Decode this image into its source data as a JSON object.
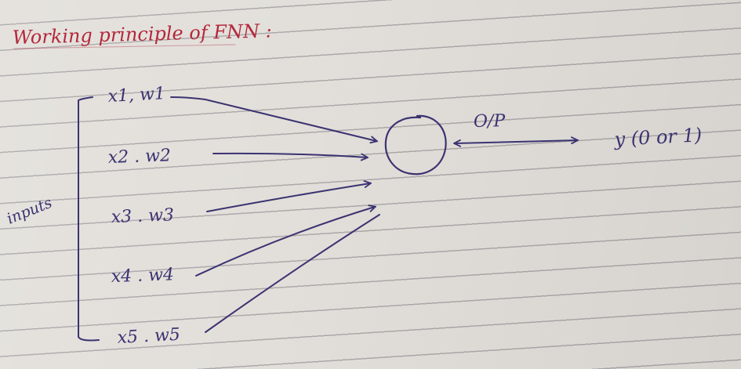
{
  "colors": {
    "title_ink": "#b3283b",
    "pen_ink": "#3b3371",
    "paper": "#e2dfda",
    "rule_line": "#6b6972"
  },
  "diagram": {
    "title": "Working principle of FNN :",
    "side_label": "inputs",
    "inputs": [
      {
        "label": "x1, w1"
      },
      {
        "label": "x2 . w2"
      },
      {
        "label": "x3 . w3"
      },
      {
        "label": "x4 . w4"
      },
      {
        "label": "x5 . w5"
      }
    ],
    "output_label": "O/P",
    "output_value": "y (0 or 1)"
  }
}
